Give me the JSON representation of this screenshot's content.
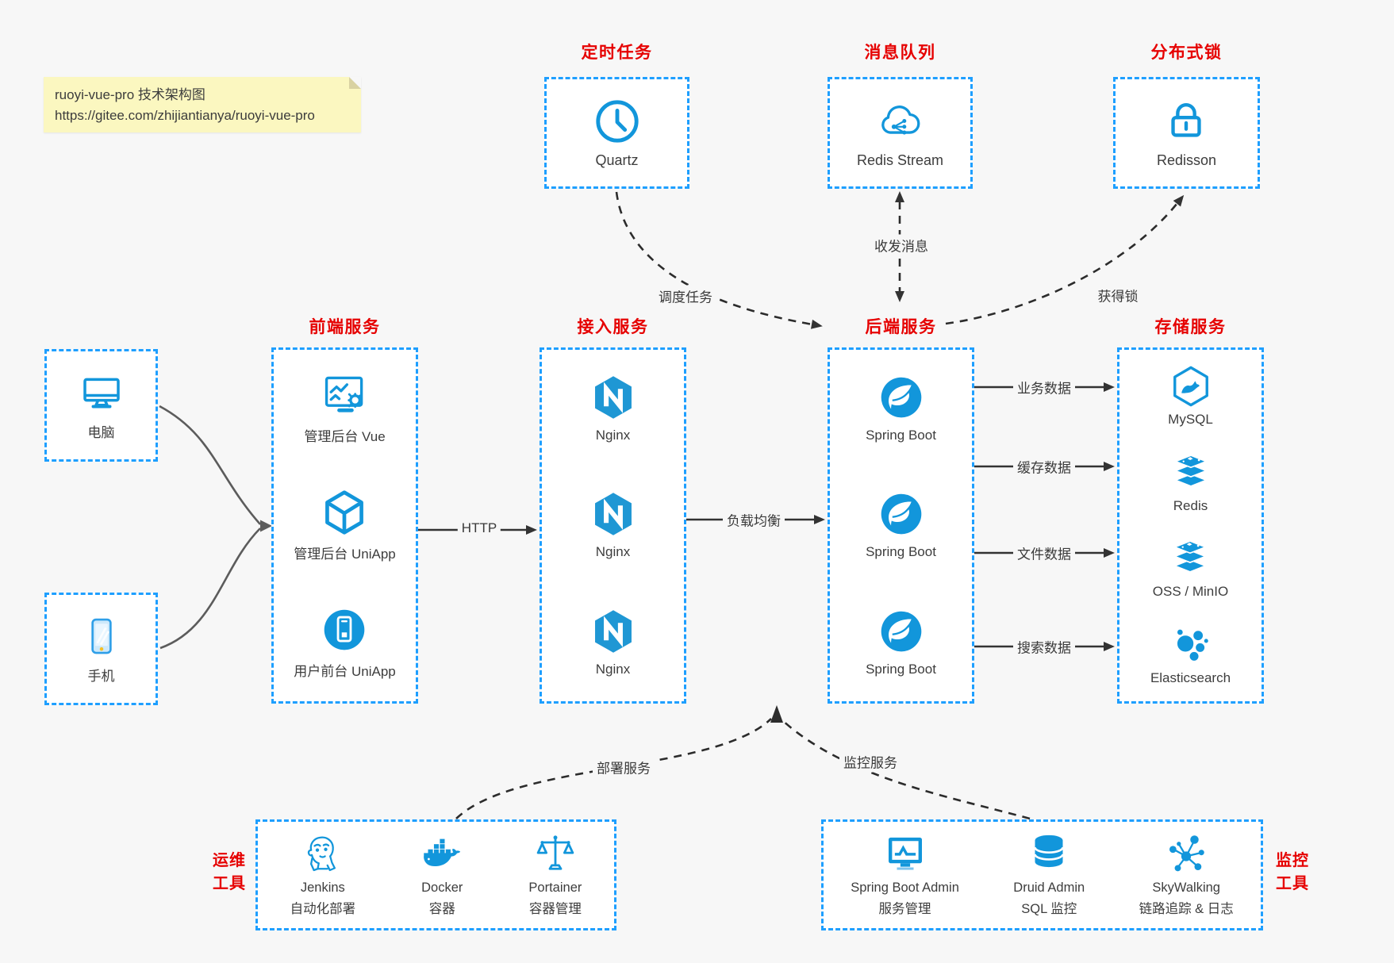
{
  "colors": {
    "background": "#f7f7f7",
    "box_border_blue": "#1e9fff",
    "icon_blue": "#1296db",
    "title_red": "#e60000",
    "arrow_dark": "#333333",
    "device_arrow_gray": "#5c5c5c",
    "note_yellow": "#fbf7c0"
  },
  "note": {
    "title": "ruoyi-vue-pro 技术架构图",
    "url": "https://gitee.com/zhijiantianya/ruoyi-vue-pro"
  },
  "top_groups": [
    {
      "title": "定时任务",
      "items": [
        {
          "icon": "clock-icon",
          "label": "Quartz"
        }
      ]
    },
    {
      "title": "消息队列",
      "items": [
        {
          "icon": "cloud-message-icon",
          "label": "Redis Stream"
        }
      ]
    },
    {
      "title": "分布式锁",
      "items": [
        {
          "icon": "lock-icon",
          "label": "Redisson"
        }
      ]
    }
  ],
  "clients": {
    "items": [
      {
        "icon": "desktop-icon",
        "label": "电脑"
      },
      {
        "icon": "smartphone-icon",
        "label": "手机"
      }
    ]
  },
  "mid_groups": [
    {
      "title": "前端服务",
      "items": [
        {
          "icon": "admin-web-icon",
          "label": "管理后台 Vue"
        },
        {
          "icon": "uniapp-cube-icon",
          "label": "管理后台 UniApp"
        },
        {
          "icon": "mobile-app-icon",
          "label": "用户前台 UniApp"
        }
      ]
    },
    {
      "title": "接入服务",
      "items": [
        {
          "icon": "nginx-icon",
          "label": "Nginx"
        },
        {
          "icon": "nginx-icon",
          "label": "Nginx"
        },
        {
          "icon": "nginx-icon",
          "label": "Nginx"
        }
      ]
    },
    {
      "title": "后端服务",
      "items": [
        {
          "icon": "spring-boot-icon",
          "label": "Spring Boot"
        },
        {
          "icon": "spring-boot-icon",
          "label": "Spring Boot"
        },
        {
          "icon": "spring-boot-icon",
          "label": "Spring Boot"
        }
      ]
    },
    {
      "title": "存储服务",
      "items": [
        {
          "icon": "mysql-icon",
          "label": "MySQL"
        },
        {
          "icon": "redis-stack-icon",
          "label": "Redis"
        },
        {
          "icon": "storage-stack-icon",
          "label": "OSS / MinIO"
        },
        {
          "icon": "elasticsearch-icon",
          "label": "Elasticsearch"
        }
      ]
    }
  ],
  "bottom_groups": [
    {
      "title_line1": "运维",
      "title_line2": "工具",
      "items": [
        {
          "icon": "jenkins-icon",
          "label": "Jenkins",
          "sublabel": "自动化部署"
        },
        {
          "icon": "docker-icon",
          "label": "Docker",
          "sublabel": "容器"
        },
        {
          "icon": "portainer-icon",
          "label": "Portainer",
          "sublabel": "容器管理"
        }
      ]
    },
    {
      "title_line1": "监控",
      "title_line2": "工具",
      "items": [
        {
          "icon": "monitor-chart-icon",
          "label": "Spring Boot Admin",
          "sublabel": "服务管理"
        },
        {
          "icon": "database-icon",
          "label": "Druid Admin",
          "sublabel": "SQL 监控"
        },
        {
          "icon": "skywalking-icon",
          "label": "SkyWalking",
          "sublabel": "链路追踪 & 日志"
        }
      ]
    }
  ],
  "edges": {
    "http": "HTTP",
    "load_balance": "负载均衡",
    "schedule": "调度任务",
    "messaging": "收发消息",
    "lock": "获得锁",
    "business_data": "业务数据",
    "cache_data": "缓存数据",
    "file_data": "文件数据",
    "search_data": "搜索数据",
    "deploy": "部署服务",
    "monitor": "监控服务"
  }
}
